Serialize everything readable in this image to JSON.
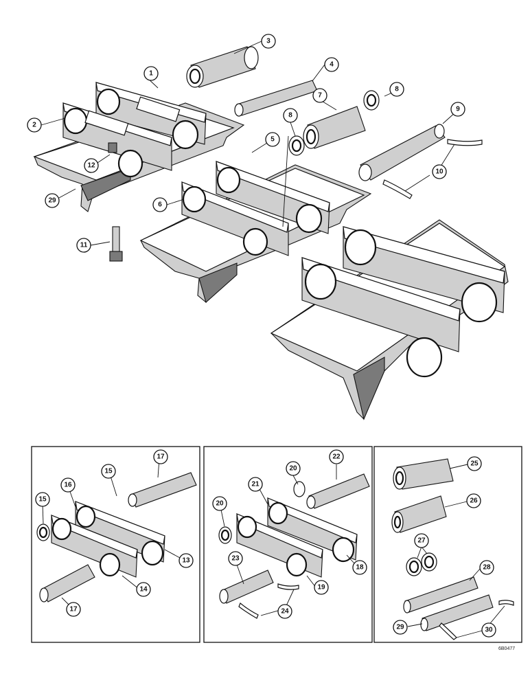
{
  "callouts": {
    "c1": "1",
    "c2": "2",
    "c3": "3",
    "c4": "4",
    "c5": "5",
    "c6": "6",
    "c7": "7",
    "c8a": "8",
    "c8b": "8",
    "c9": "9",
    "c10a": "10",
    "c10b": "10",
    "c11": "11",
    "c12": "12",
    "c29a": "29",
    "c13": "13",
    "c14": "14",
    "c15a": "15",
    "c15b": "15",
    "c16": "16",
    "c17a": "17",
    "c17b": "17",
    "c18": "18",
    "c19": "19",
    "c20a": "20",
    "c20b": "20",
    "c21": "21",
    "c22": "22",
    "c23": "23",
    "c24a": "24",
    "c25": "25",
    "c26": "26",
    "c27": "27",
    "c28": "28",
    "c29b": "29",
    "c30": "30"
  },
  "doc_number": "6B0477"
}
